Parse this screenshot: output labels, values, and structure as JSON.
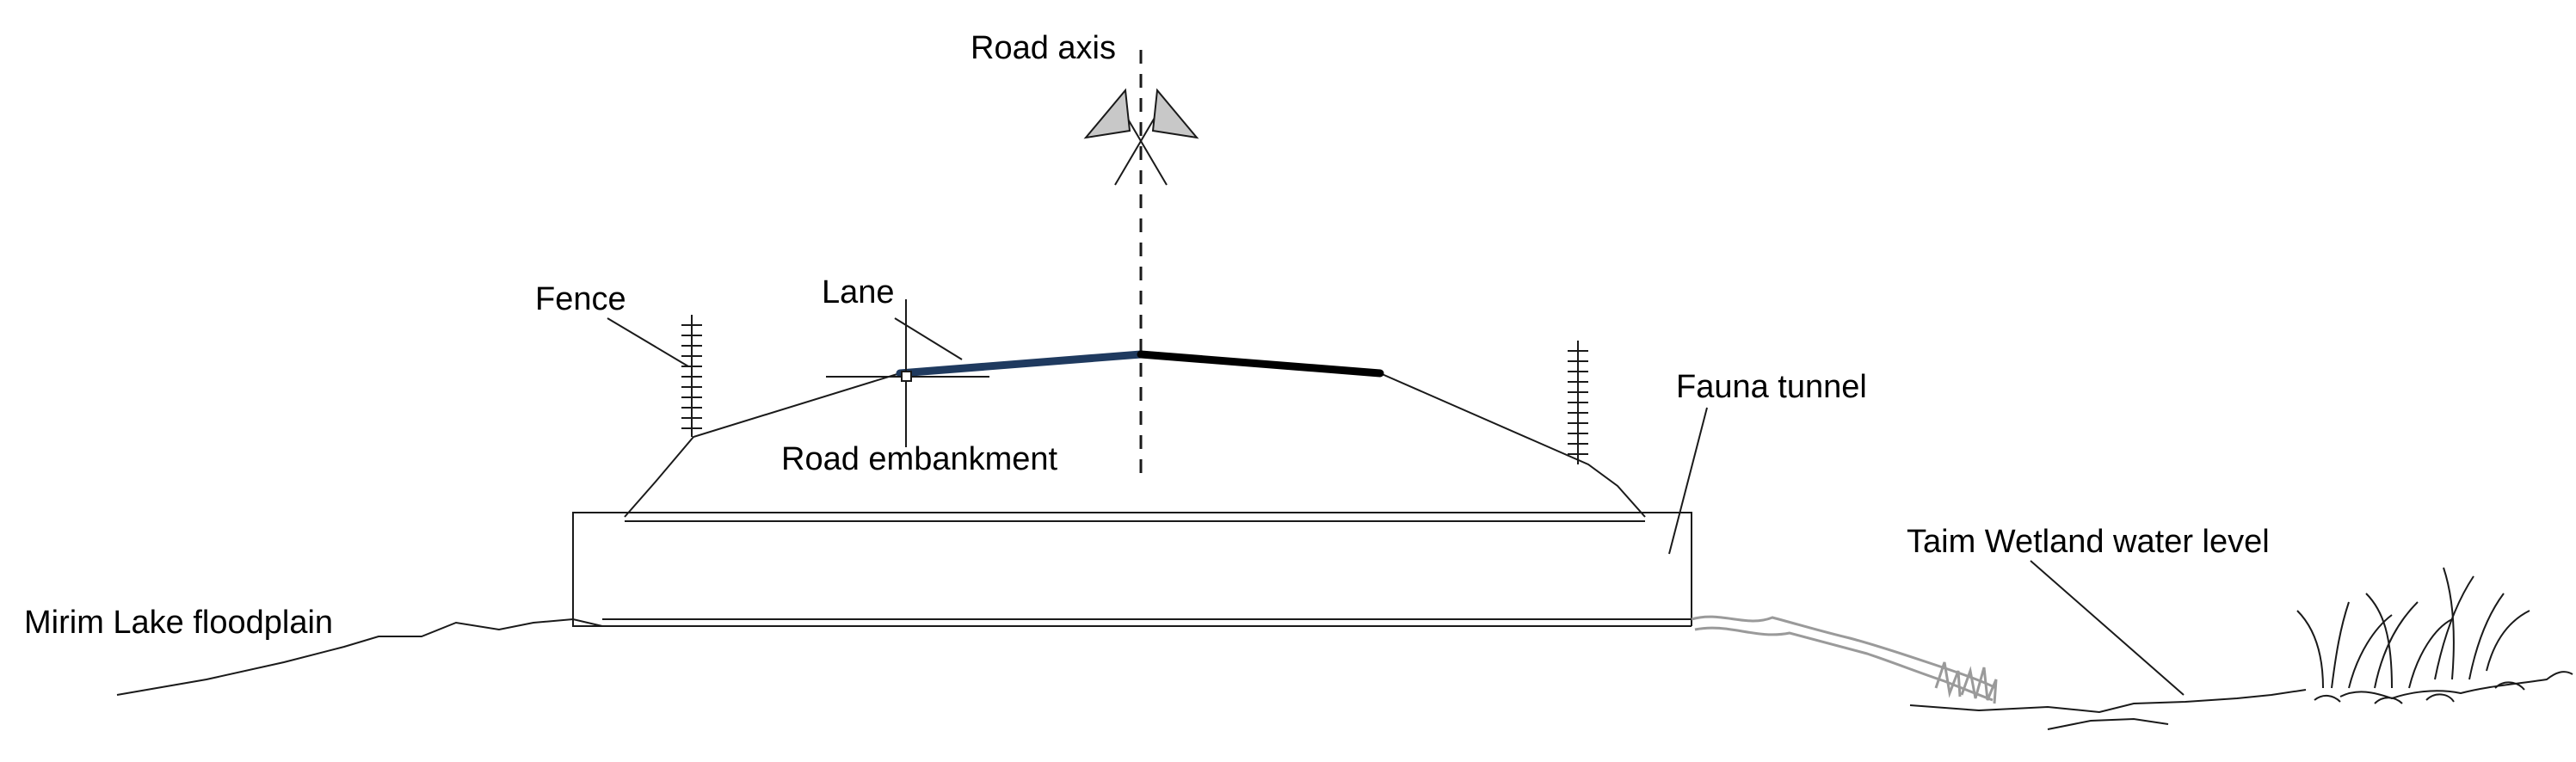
{
  "labels": {
    "road_axis": "Road axis",
    "fence": "Fence",
    "lane": "Lane",
    "road_embankment": "Road embankment",
    "fauna_tunnel": "Fauna tunnel",
    "taim_wetland": "Taim Wetland water level",
    "mirim_lake": "Mirim Lake floodplain"
  },
  "colors": {
    "lane_left": "#1f3a5f",
    "lane_right": "#000000",
    "line": "#1a1a1a",
    "flag_fill": "#c8c8c8",
    "vegetation": "#9a9a9a"
  }
}
